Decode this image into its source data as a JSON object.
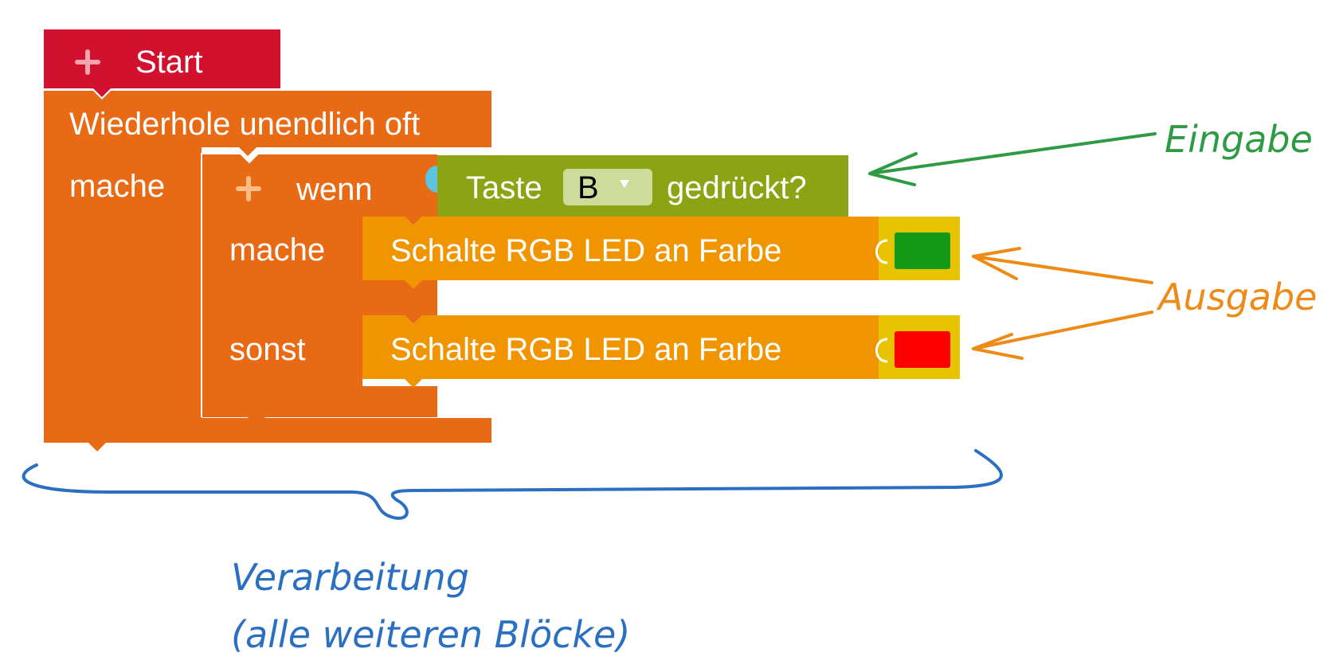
{
  "blocks": {
    "start": {
      "label": "Start",
      "icon": "plus-icon",
      "color": "#d2112f"
    },
    "loop": {
      "title": "Wiederhole unendlich oft",
      "do_label": "mache",
      "color": "#e86a15"
    },
    "if_block": {
      "if_label": "wenn",
      "do_label": "mache",
      "else_label": "sonst",
      "icon": "plus-icon",
      "color": "#e86a15"
    },
    "condition": {
      "prefix": "Taste",
      "dropdown_value": "B",
      "suffix": "gedrückt?",
      "color": "#8ca413"
    },
    "led_on_green": {
      "label": "Schalte RGB LED an Farbe",
      "swatch_color": "#129a15",
      "color": "#f09500"
    },
    "led_on_red": {
      "label": "Schalte RGB LED an Farbe",
      "swatch_color": "#ff0000",
      "color": "#f09500"
    }
  },
  "annotations": {
    "input": {
      "text": "Eingabe",
      "color": "#2e9a43"
    },
    "output": {
      "text": "Ausgabe",
      "color": "#ee8a16"
    },
    "processing": {
      "line1": "Verarbeitung",
      "line2": "(alle weiteren Blöcke)",
      "color": "#2a6fc2"
    }
  }
}
